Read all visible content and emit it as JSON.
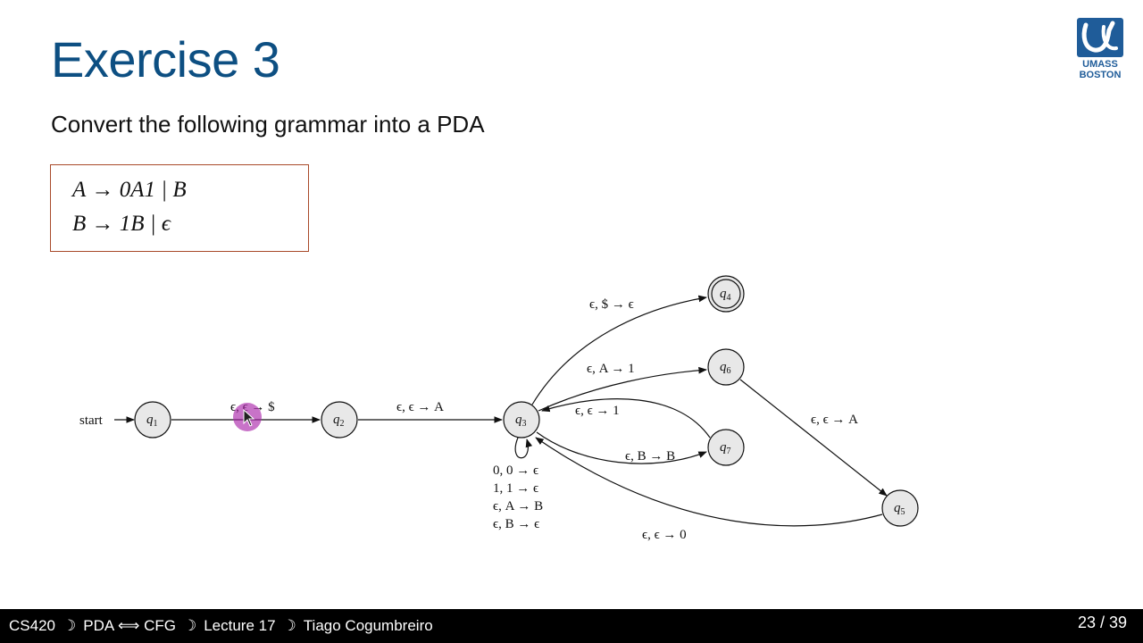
{
  "slide": {
    "title": "Exercise 3",
    "subtitle": "Convert the following grammar into a PDA"
  },
  "logo": {
    "line1": "UMASS",
    "line2": "BOSTON",
    "icon": "umass-boston-logo-icon"
  },
  "grammar": {
    "rules": [
      {
        "lhs": "A",
        "arrow": "→",
        "rhs": "0A1 | B"
      },
      {
        "lhs": "B",
        "arrow": "→",
        "rhs": "1B | ϵ"
      }
    ]
  },
  "pda": {
    "start_label": "start",
    "states": {
      "q1": "q",
      "q2": "q",
      "q3": "q",
      "q4": "q",
      "q5": "q",
      "q6": "q",
      "q7": "q"
    },
    "state_subs": {
      "q1": "1",
      "q2": "2",
      "q3": "3",
      "q4": "4",
      "q5": "5",
      "q6": "6",
      "q7": "7"
    },
    "transitions": {
      "q1_q2": "ϵ, ϵ → $",
      "q2_q3": "ϵ, ϵ → A",
      "q3_q4": "ϵ, $ → ϵ",
      "q3_q6": "ϵ, A → 1",
      "q7_q3": "ϵ, ϵ → 1",
      "q3_q7": "ϵ, B → B",
      "q6_q5": "ϵ, ϵ → A",
      "q5_q3": "ϵ, ϵ → 0",
      "q3_loop": [
        "0, 0 → ϵ",
        "1, 1 → ϵ",
        "ϵ, A → B",
        "ϵ, B → ϵ"
      ]
    },
    "accepting_state": "q4"
  },
  "footer": {
    "course": "CS420",
    "separator": "☽",
    "topic": "PDA ⟺ CFG",
    "lecture": "Lecture 17",
    "author": "Tiago Cogumbreiro",
    "page": "23 / 39"
  },
  "colors": {
    "title": "#0d4f82",
    "logo": "#1f5c99",
    "box_border": "#a84a2a",
    "state_fill": "#e8e8e8",
    "cursor": "#aa28aa"
  }
}
